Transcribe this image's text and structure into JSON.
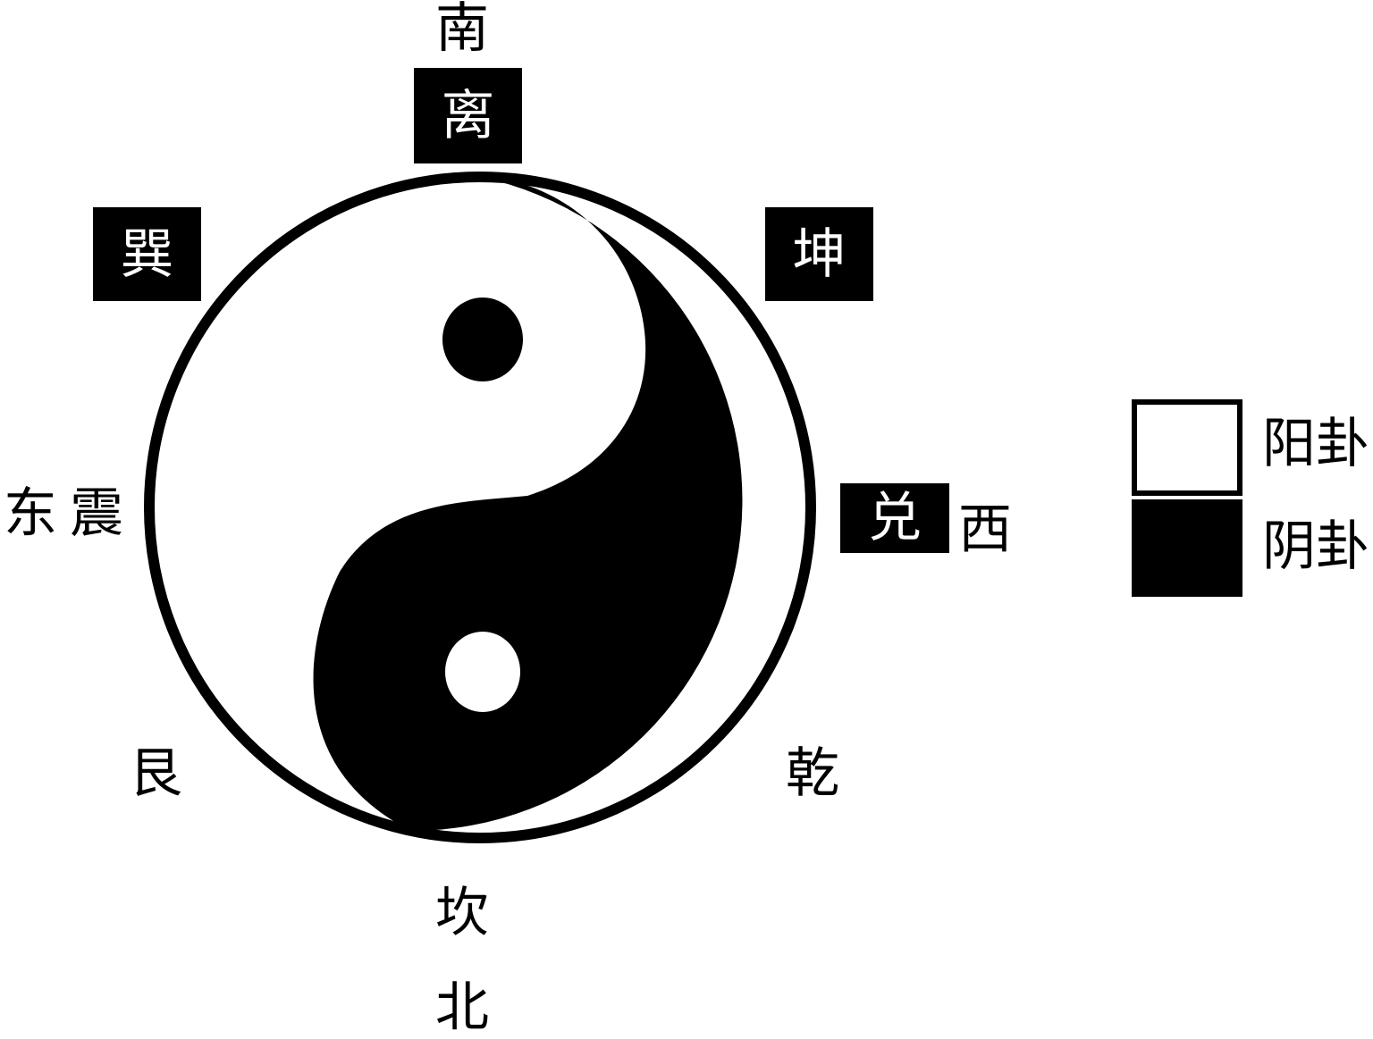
{
  "directions": {
    "south": "南",
    "north": "北",
    "east": "东",
    "west": "西"
  },
  "trigrams": {
    "li": "离",
    "xun": "巽",
    "kun": "坤",
    "zhen": "震",
    "dui": "兑",
    "gen": "艮",
    "qian": "乾",
    "kan": "坎"
  },
  "legend": {
    "yang_label": "阳卦",
    "yin_label": "阴卦"
  },
  "colors": {
    "yin": "#000000",
    "yang": "#ffffff"
  }
}
